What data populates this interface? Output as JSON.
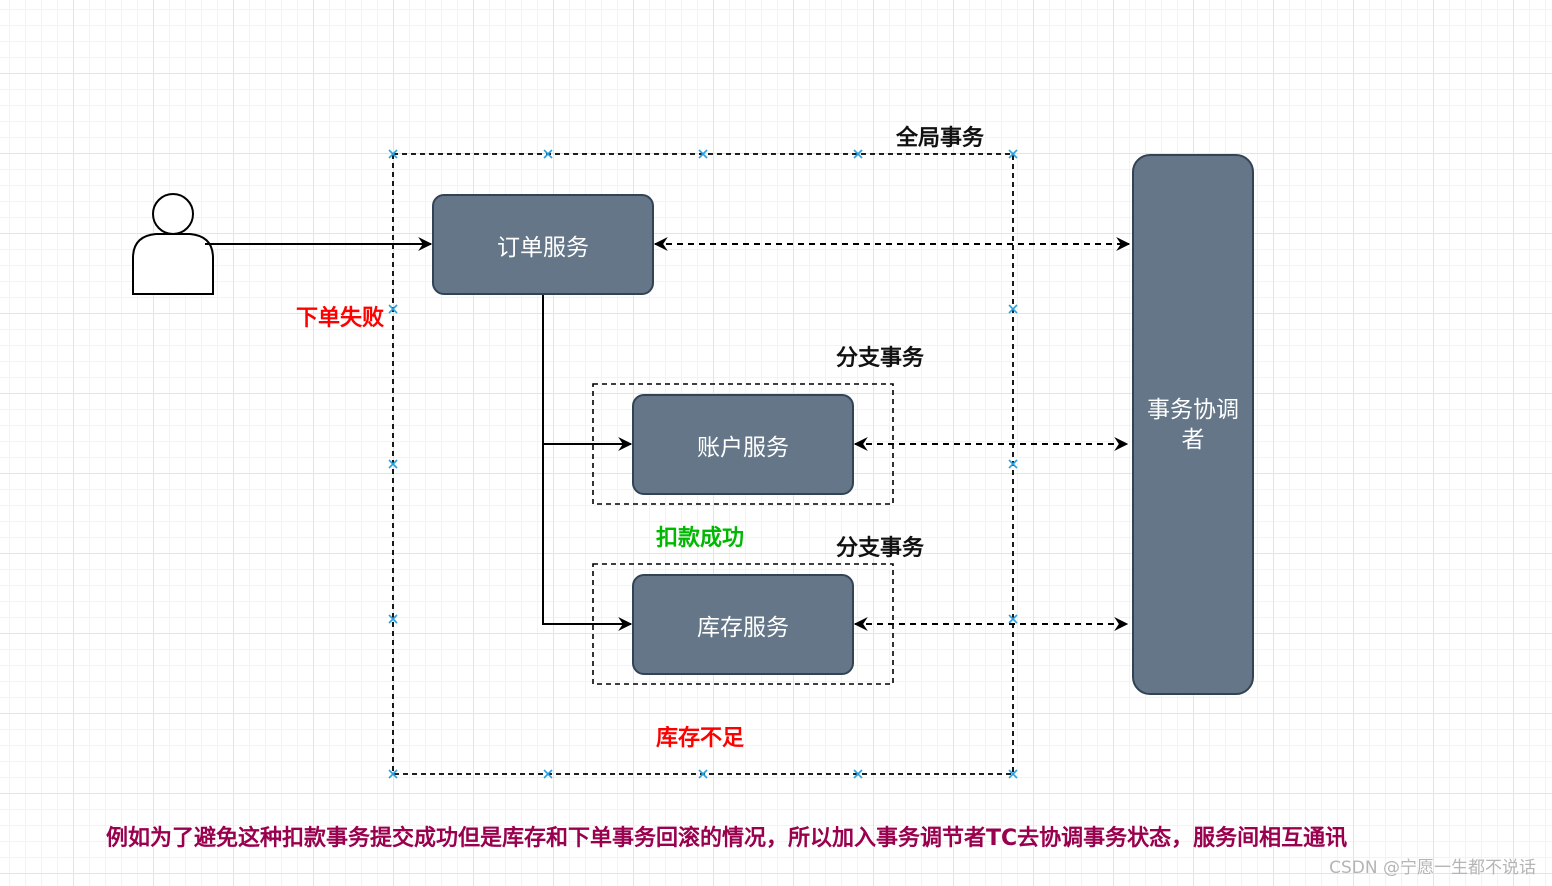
{
  "boxes": {
    "order_service": "订单服务",
    "account_service": "账户服务",
    "inventory_service": "库存服务",
    "coordinator": "事务协调者"
  },
  "labels": {
    "global_transaction": "全局事务",
    "branch_transaction_1": "分支事务",
    "branch_transaction_2": "分支事务",
    "order_failed": "下单失败",
    "deduction_success": "扣款成功",
    "insufficient_stock": "库存不足"
  },
  "caption": "例如为了避免这种扣款事务提交成功但是库存和下单事务回滚的情况，所以加入事务调节者TC去协调事务状态，服务间相互通讯",
  "watermark": "CSDN @宁愿一生都不说话",
  "colors": {
    "box_fill": "#647687",
    "box_stroke": "#314354",
    "failure_text": "#ff0000",
    "success_text": "#00b800",
    "caption_text": "#99004d"
  }
}
